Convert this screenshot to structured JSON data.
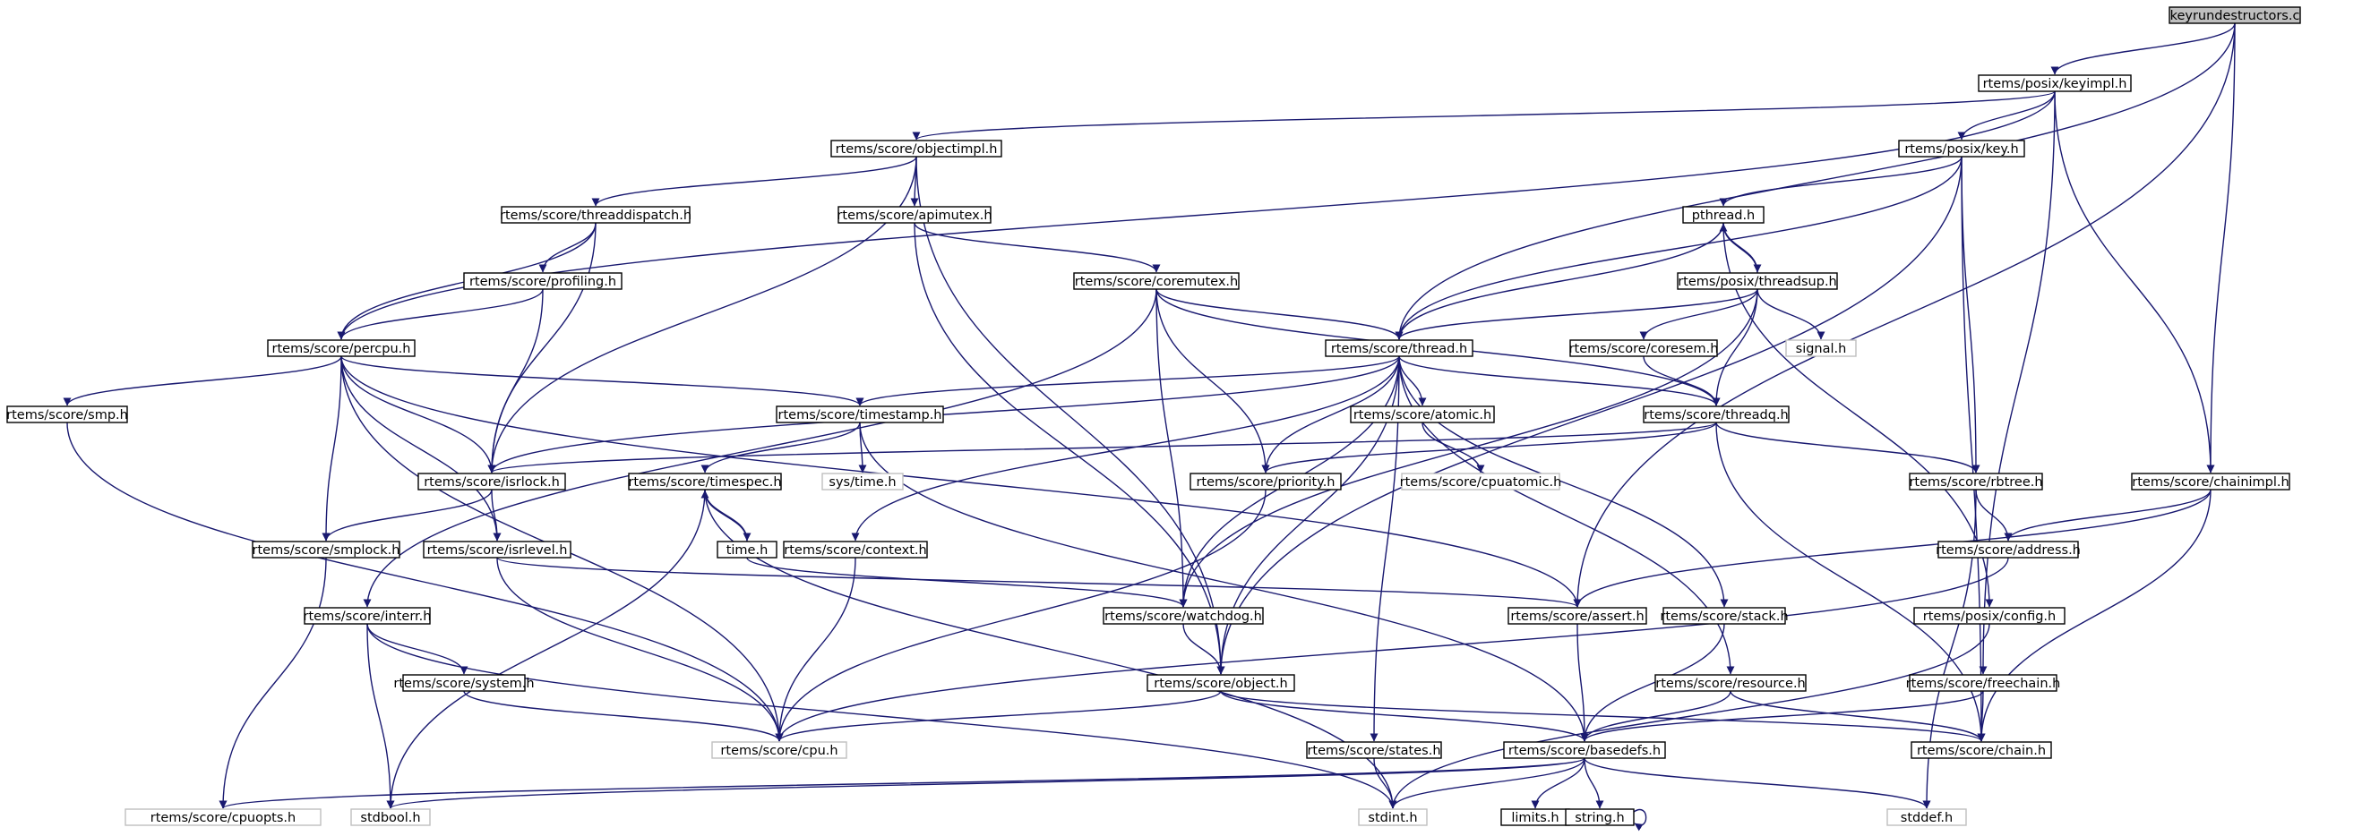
{
  "graph": {
    "title": "keyrundestructors.c",
    "colors": {
      "edge": "#191970",
      "root_fill": "#bfbfbf",
      "external_border": "#bfbfbf",
      "node_border": "#000000"
    },
    "nodes": [
      {
        "id": "keyrundestructors",
        "label": "keyrundestructors.c",
        "kind": "root"
      },
      {
        "id": "keyimpl",
        "label": "rtems/posix/keyimpl.h",
        "kind": "header"
      },
      {
        "id": "objectimpl",
        "label": "rtems/score/objectimpl.h",
        "kind": "header"
      },
      {
        "id": "key",
        "label": "rtems/posix/key.h",
        "kind": "header"
      },
      {
        "id": "threaddispatch",
        "label": "rtems/score/threaddispatch.h",
        "kind": "header"
      },
      {
        "id": "apimutex",
        "label": "rtems/score/apimutex.h",
        "kind": "header"
      },
      {
        "id": "pthread",
        "label": "pthread.h",
        "kind": "header"
      },
      {
        "id": "profiling",
        "label": "rtems/score/profiling.h",
        "kind": "header"
      },
      {
        "id": "coremutex",
        "label": "rtems/score/coremutex.h",
        "kind": "header"
      },
      {
        "id": "threadsup",
        "label": "rtems/posix/threadsup.h",
        "kind": "header"
      },
      {
        "id": "percpu",
        "label": "rtems/score/percpu.h",
        "kind": "header"
      },
      {
        "id": "thread",
        "label": "rtems/score/thread.h",
        "kind": "header"
      },
      {
        "id": "coresem",
        "label": "rtems/score/coresem.h",
        "kind": "header"
      },
      {
        "id": "signal",
        "label": "signal.h",
        "kind": "external"
      },
      {
        "id": "smp",
        "label": "rtems/score/smp.h",
        "kind": "header"
      },
      {
        "id": "timestamp",
        "label": "rtems/score/timestamp.h",
        "kind": "header"
      },
      {
        "id": "atomic",
        "label": "rtems/score/atomic.h",
        "kind": "header"
      },
      {
        "id": "threadq",
        "label": "rtems/score/threadq.h",
        "kind": "header"
      },
      {
        "id": "isrlock",
        "label": "rtems/score/isrlock.h",
        "kind": "header"
      },
      {
        "id": "timespec",
        "label": "rtems/score/timespec.h",
        "kind": "header"
      },
      {
        "id": "systime",
        "label": "sys/time.h",
        "kind": "external"
      },
      {
        "id": "priority",
        "label": "rtems/score/priority.h",
        "kind": "header"
      },
      {
        "id": "cpuatomic",
        "label": "rtems/score/cpuatomic.h",
        "kind": "external"
      },
      {
        "id": "rbtree",
        "label": "rtems/score/rbtree.h",
        "kind": "header"
      },
      {
        "id": "chainimpl",
        "label": "rtems/score/chainimpl.h",
        "kind": "header"
      },
      {
        "id": "smplock",
        "label": "rtems/score/smplock.h",
        "kind": "header"
      },
      {
        "id": "isrlevel",
        "label": "rtems/score/isrlevel.h",
        "kind": "header"
      },
      {
        "id": "timeh",
        "label": "time.h",
        "kind": "header"
      },
      {
        "id": "context",
        "label": "rtems/score/context.h",
        "kind": "header"
      },
      {
        "id": "address",
        "label": "rtems/score/address.h",
        "kind": "header"
      },
      {
        "id": "interr",
        "label": "rtems/score/interr.h",
        "kind": "header"
      },
      {
        "id": "watchdog",
        "label": "rtems/score/watchdog.h",
        "kind": "header"
      },
      {
        "id": "assert",
        "label": "rtems/score/assert.h",
        "kind": "header"
      },
      {
        "id": "stack",
        "label": "rtems/score/stack.h",
        "kind": "header"
      },
      {
        "id": "config",
        "label": "rtems/posix/config.h",
        "kind": "header"
      },
      {
        "id": "system",
        "label": "rtems/score/system.h",
        "kind": "header"
      },
      {
        "id": "object",
        "label": "rtems/score/object.h",
        "kind": "header"
      },
      {
        "id": "resource",
        "label": "rtems/score/resource.h",
        "kind": "header"
      },
      {
        "id": "freechain",
        "label": "rtems/score/freechain.h",
        "kind": "header"
      },
      {
        "id": "cpu",
        "label": "rtems/score/cpu.h",
        "kind": "external"
      },
      {
        "id": "states",
        "label": "rtems/score/states.h",
        "kind": "header"
      },
      {
        "id": "basedefs",
        "label": "rtems/score/basedefs.h",
        "kind": "header"
      },
      {
        "id": "chain",
        "label": "rtems/score/chain.h",
        "kind": "header"
      },
      {
        "id": "cpuopts",
        "label": "rtems/score/cpuopts.h",
        "kind": "external"
      },
      {
        "id": "stdbool",
        "label": "stdbool.h",
        "kind": "external"
      },
      {
        "id": "stdint",
        "label": "stdint.h",
        "kind": "external"
      },
      {
        "id": "limits",
        "label": "limits.h",
        "kind": "header"
      },
      {
        "id": "string",
        "label": "string.h",
        "kind": "header"
      },
      {
        "id": "stddef",
        "label": "stddef.h",
        "kind": "external"
      }
    ],
    "edges": [
      [
        "keyrundestructors",
        "keyimpl"
      ],
      [
        "keyrundestructors",
        "thread"
      ],
      [
        "keyrundestructors",
        "chainimpl"
      ],
      [
        "keyrundestructors",
        "assert"
      ],
      [
        "keyimpl",
        "objectimpl"
      ],
      [
        "keyimpl",
        "key"
      ],
      [
        "keyimpl",
        "percpu"
      ],
      [
        "keyimpl",
        "chainimpl"
      ],
      [
        "keyimpl",
        "freechain"
      ],
      [
        "objectimpl",
        "threaddispatch"
      ],
      [
        "objectimpl",
        "apimutex"
      ],
      [
        "objectimpl",
        "isrlock"
      ],
      [
        "objectimpl",
        "object"
      ],
      [
        "key",
        "pthread"
      ],
      [
        "key",
        "thread"
      ],
      [
        "key",
        "rbtree"
      ],
      [
        "key",
        "object"
      ],
      [
        "key",
        "chain"
      ],
      [
        "threaddispatch",
        "profiling"
      ],
      [
        "threaddispatch",
        "percpu"
      ],
      [
        "threaddispatch",
        "isrlock"
      ],
      [
        "apimutex",
        "coremutex"
      ],
      [
        "apimutex",
        "object"
      ],
      [
        "pthread",
        "threadsup"
      ],
      [
        "pthread",
        "thread"
      ],
      [
        "pthread",
        "config"
      ],
      [
        "profiling",
        "percpu"
      ],
      [
        "profiling",
        "isrlock"
      ],
      [
        "coremutex",
        "thread"
      ],
      [
        "coremutex",
        "threadq"
      ],
      [
        "coremutex",
        "priority"
      ],
      [
        "coremutex",
        "watchdog"
      ],
      [
        "coremutex",
        "interr"
      ],
      [
        "threadsup",
        "pthread"
      ],
      [
        "threadsup",
        "thread"
      ],
      [
        "threadsup",
        "coresem"
      ],
      [
        "threadsup",
        "signal"
      ],
      [
        "threadsup",
        "threadq"
      ],
      [
        "threadsup",
        "watchdog"
      ],
      [
        "percpu",
        "smp"
      ],
      [
        "percpu",
        "timestamp"
      ],
      [
        "percpu",
        "isrlock"
      ],
      [
        "percpu",
        "smplock"
      ],
      [
        "percpu",
        "isrlevel"
      ],
      [
        "percpu",
        "cpu"
      ],
      [
        "percpu",
        "assert"
      ],
      [
        "thread",
        "timestamp"
      ],
      [
        "thread",
        "atomic"
      ],
      [
        "thread",
        "threadq"
      ],
      [
        "thread",
        "isrlock"
      ],
      [
        "thread",
        "priority"
      ],
      [
        "thread",
        "context"
      ],
      [
        "thread",
        "watchdog"
      ],
      [
        "thread",
        "object"
      ],
      [
        "thread",
        "stack"
      ],
      [
        "thread",
        "resource"
      ],
      [
        "thread",
        "states"
      ],
      [
        "coresem",
        "threadq"
      ],
      [
        "smp",
        "cpu"
      ],
      [
        "timestamp",
        "timespec"
      ],
      [
        "timestamp",
        "systime"
      ],
      [
        "timestamp",
        "basedefs"
      ],
      [
        "atomic",
        "cpuatomic"
      ],
      [
        "threadq",
        "isrlock"
      ],
      [
        "threadq",
        "priority"
      ],
      [
        "threadq",
        "rbtree"
      ],
      [
        "threadq",
        "chain"
      ],
      [
        "isrlock",
        "smplock"
      ],
      [
        "isrlock",
        "isrlevel"
      ],
      [
        "timespec",
        "timeh"
      ],
      [
        "timespec",
        "stdbool"
      ],
      [
        "timespec",
        "stdint"
      ],
      [
        "timeh",
        "timespec"
      ],
      [
        "timeh",
        "watchdog"
      ],
      [
        "priority",
        "cpu"
      ],
      [
        "rbtree",
        "address"
      ],
      [
        "chainimpl",
        "address"
      ],
      [
        "chainimpl",
        "assert"
      ],
      [
        "chainimpl",
        "chain"
      ],
      [
        "smplock",
        "cpuopts"
      ],
      [
        "isrlevel",
        "cpu"
      ],
      [
        "isrlevel",
        "assert"
      ],
      [
        "context",
        "cpu"
      ],
      [
        "address",
        "cpu"
      ],
      [
        "interr",
        "system"
      ],
      [
        "interr",
        "stdbool"
      ],
      [
        "interr",
        "stdint"
      ],
      [
        "watchdog",
        "object"
      ],
      [
        "assert",
        "basedefs"
      ],
      [
        "stack",
        "basedefs"
      ],
      [
        "config",
        "stdint"
      ],
      [
        "system",
        "cpu"
      ],
      [
        "object",
        "cpu"
      ],
      [
        "object",
        "basedefs"
      ],
      [
        "object",
        "chain"
      ],
      [
        "resource",
        "basedefs"
      ],
      [
        "resource",
        "chain"
      ],
      [
        "freechain",
        "basedefs"
      ],
      [
        "freechain",
        "chain"
      ],
      [
        "states",
        "stdint"
      ],
      [
        "basedefs",
        "cpuopts"
      ],
      [
        "basedefs",
        "stdbool"
      ],
      [
        "basedefs",
        "stdint"
      ],
      [
        "basedefs",
        "limits"
      ],
      [
        "basedefs",
        "string"
      ],
      [
        "basedefs",
        "stddef"
      ],
      [
        "rbtree",
        "stddef"
      ],
      [
        "string",
        "string"
      ]
    ]
  }
}
